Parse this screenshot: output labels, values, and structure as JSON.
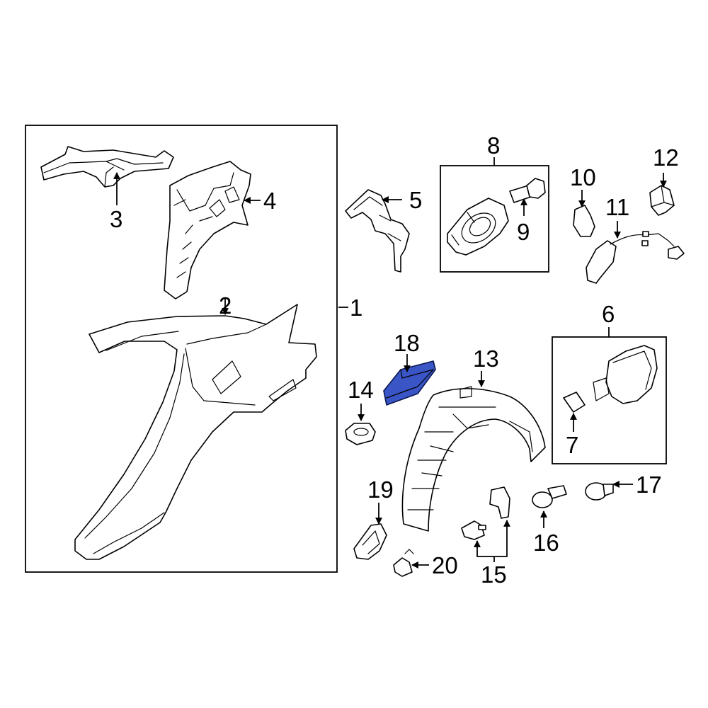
{
  "callouts": {
    "c1": "1",
    "c2": "2",
    "c3": "3",
    "c4": "4",
    "c5": "5",
    "c6": "6",
    "c7": "7",
    "c8": "8",
    "c9": "9",
    "c10": "10",
    "c11": "11",
    "c12": "12",
    "c13": "13",
    "c14": "14",
    "c15": "15",
    "c16": "16",
    "c17": "17",
    "c18": "18",
    "c19": "19",
    "c20": "20"
  },
  "colors": {
    "highlight_fill": "#3a55c6",
    "highlight_stroke": "#0a1650",
    "line": "#000000",
    "background": "#ffffff"
  },
  "highlighted_part": "18"
}
